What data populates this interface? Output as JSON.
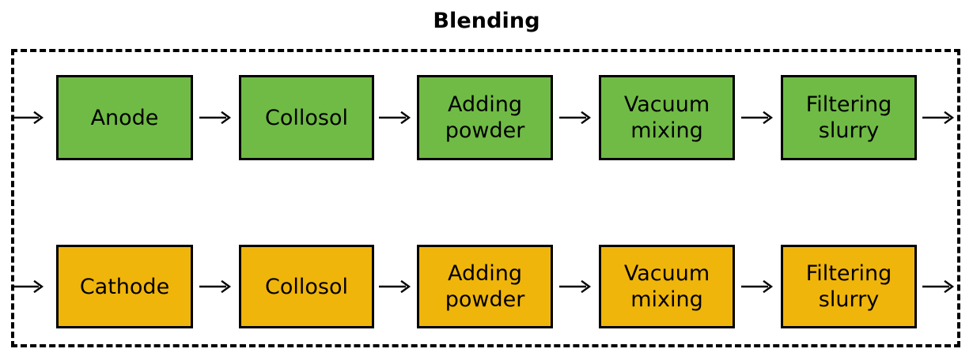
{
  "diagram": {
    "title": "Blending",
    "container": {
      "border_style": "dashed",
      "border_color": "#000000"
    },
    "colors": {
      "anode_row_fill": "#70BB45",
      "cathode_row_fill": "#F0B50B",
      "box_border": "#000000",
      "arrow_color": "#000000",
      "text": "#000000",
      "background": "#FFFFFF"
    },
    "rows": [
      {
        "id": "anode-line",
        "fill": "#70BB45",
        "steps": [
          {
            "label": "Anode",
            "lines": [
              "Anode"
            ]
          },
          {
            "label": "Collosol",
            "lines": [
              "Collosol"
            ]
          },
          {
            "label": "Adding powder",
            "lines": [
              "Adding",
              "powder"
            ]
          },
          {
            "label": "Vacuum mixing",
            "lines": [
              "Vacuum",
              "mixing"
            ]
          },
          {
            "label": "Filtering slurry",
            "lines": [
              "Filtering",
              "slurry"
            ]
          }
        ],
        "arrows": 6
      },
      {
        "id": "cathode-line",
        "fill": "#F0B50B",
        "steps": [
          {
            "label": "Cathode",
            "lines": [
              "Cathode"
            ]
          },
          {
            "label": "Collosol",
            "lines": [
              "Collosol"
            ]
          },
          {
            "label": "Adding powder",
            "lines": [
              "Adding",
              "powder"
            ]
          },
          {
            "label": "Vacuum mixing",
            "lines": [
              "Vacuum",
              "mixing"
            ]
          },
          {
            "label": "Filtering slurry",
            "lines": [
              "Filtering",
              "slurry"
            ]
          }
        ],
        "arrows": 6
      }
    ],
    "arrow_icon": "arrow-right-icon"
  }
}
